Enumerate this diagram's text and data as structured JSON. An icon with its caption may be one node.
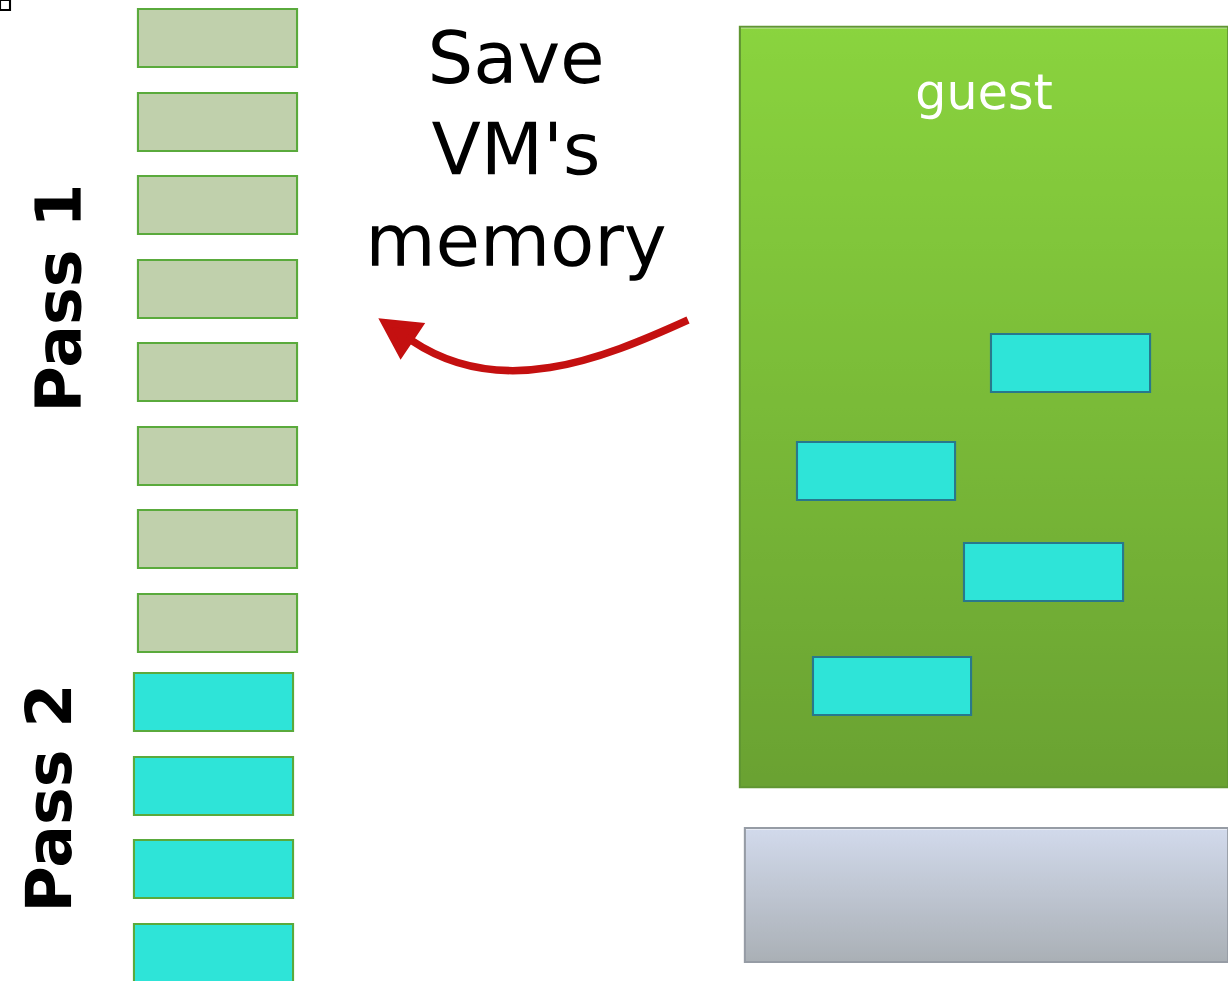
{
  "diagram": {
    "nodes": [
      {
        "text": [
          "guest"
        ]
      },
      {
        "text": [],
        "shape": "box",
        "in": 0
      },
      {
        "text": [],
        "shape": "box",
        "in": 0
      },
      {
        "text": [],
        "shape": "box",
        "in": 0
      },
      {
        "text": [],
        "shape": "box",
        "in": 0
      },
      {
        "text": [],
        "shape": "box"
      },
      {
        "text": [],
        "shape": "box"
      },
      {
        "text": [],
        "shape": "box"
      },
      {
        "text": [],
        "shape": "box"
      },
      {
        "text": [],
        "shape": "box"
      },
      {
        "text": [],
        "shape": "box"
      },
      {
        "text": [],
        "shape": "box"
      },
      {
        "text": [],
        "shape": "box"
      },
      {
        "text": [],
        "shape": "box"
      },
      {
        "text": [],
        "shape": "box"
      },
      {
        "text": [],
        "shape": "box"
      },
      {
        "text": [],
        "shape": "box"
      },
      {
        "text": [],
        "shape": "box"
      },
      {
        "text": [],
        "shape": "box"
      }
    ],
    "labels": [
      "Pass 1",
      "Save VM's memory",
      "Pass 2"
    ]
  }
}
